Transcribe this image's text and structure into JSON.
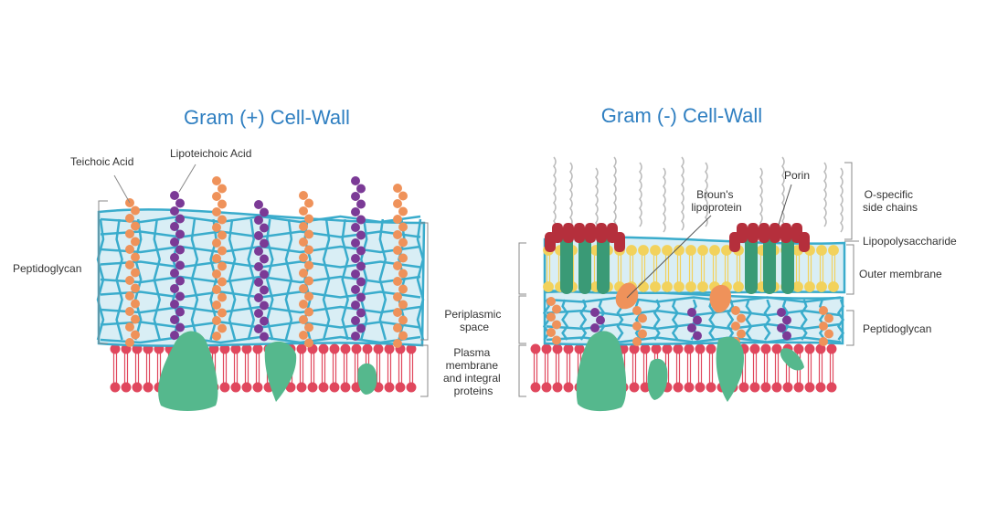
{
  "titles": {
    "gram_positive": "Gram (+) Cell-Wall",
    "gram_negative": "Gram (-) Cell-Wall"
  },
  "labels": {
    "teichoic_acid": "Teichoic Acid",
    "lipoteichoic_acid": "Lipoteichoic Acid",
    "peptidoglycan_left": "Peptidoglycan",
    "periplasmic_space": [
      "Periplasmic",
      "space"
    ],
    "plasma_membrane": [
      "Plasma",
      "membrane",
      "and integral",
      "proteins"
    ],
    "brouns_lipoprotein": [
      "Broun's",
      "lipoprotein"
    ],
    "porin": "Porin",
    "o_specific": [
      "O-specific",
      "side chains"
    ],
    "lipopolysaccharide": "Lipopolysaccharide",
    "outer_membrane": "Outer membrane",
    "peptidoglycan_right": "Peptidoglycan"
  },
  "colors": {
    "title": "#2f7fc1",
    "mesh_line": "#3aaccc",
    "mesh_fill": "#d9eef5",
    "membrane_head": "#e0475d",
    "outer_head": "#f2d25c",
    "teichoic": "#ef925a",
    "lipoteichoic": "#7b3a96",
    "protein": "#55b88d",
    "porin_cap": "#b52f3c",
    "porin_body": "#3a9a76",
    "lps_chain": "#bbbbbb",
    "bracket": "#888888"
  }
}
